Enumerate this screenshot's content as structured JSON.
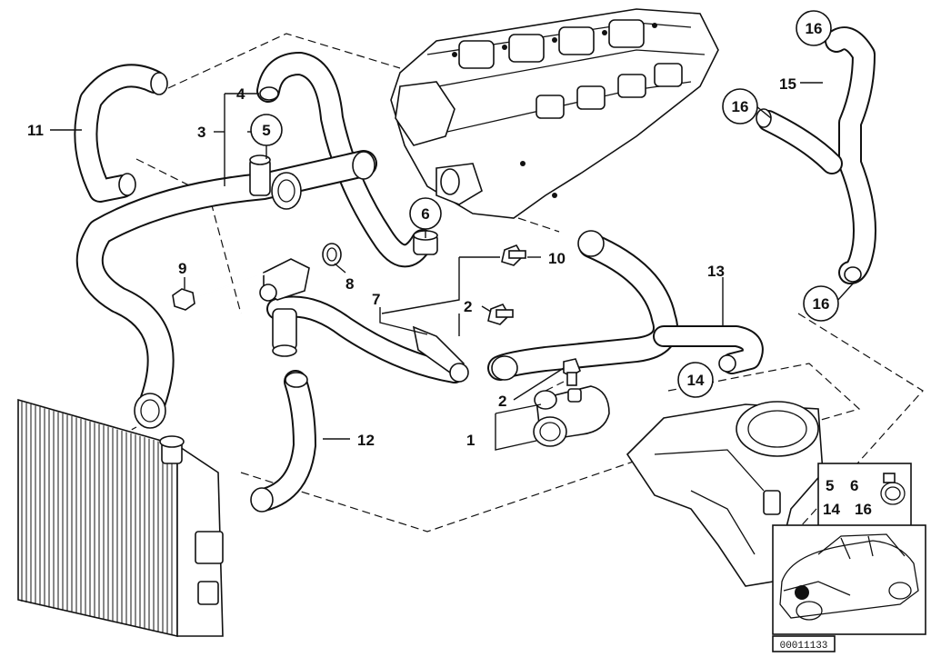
{
  "diagram": {
    "reference_number": "00011133",
    "callouts": [
      {
        "id": "c1",
        "text": "1"
      },
      {
        "id": "c2a",
        "text": "2"
      },
      {
        "id": "c2b",
        "text": "2"
      },
      {
        "id": "c3",
        "text": "3"
      },
      {
        "id": "c4",
        "text": "4"
      },
      {
        "id": "c5",
        "text": "5"
      },
      {
        "id": "c6",
        "text": "6"
      },
      {
        "id": "c7",
        "text": "7"
      },
      {
        "id": "c8",
        "text": "8"
      },
      {
        "id": "c9",
        "text": "9"
      },
      {
        "id": "c10",
        "text": "10"
      },
      {
        "id": "c11",
        "text": "11"
      },
      {
        "id": "c12",
        "text": "12"
      },
      {
        "id": "c13",
        "text": "13"
      },
      {
        "id": "c14",
        "text": "14"
      },
      {
        "id": "c15",
        "text": "15"
      },
      {
        "id": "c16a",
        "text": "16"
      },
      {
        "id": "c16b",
        "text": "16"
      },
      {
        "id": "c16c",
        "text": "16"
      }
    ],
    "clamp_legend": {
      "row1": [
        "5",
        "6"
      ],
      "row2": [
        "14",
        "16"
      ]
    }
  }
}
